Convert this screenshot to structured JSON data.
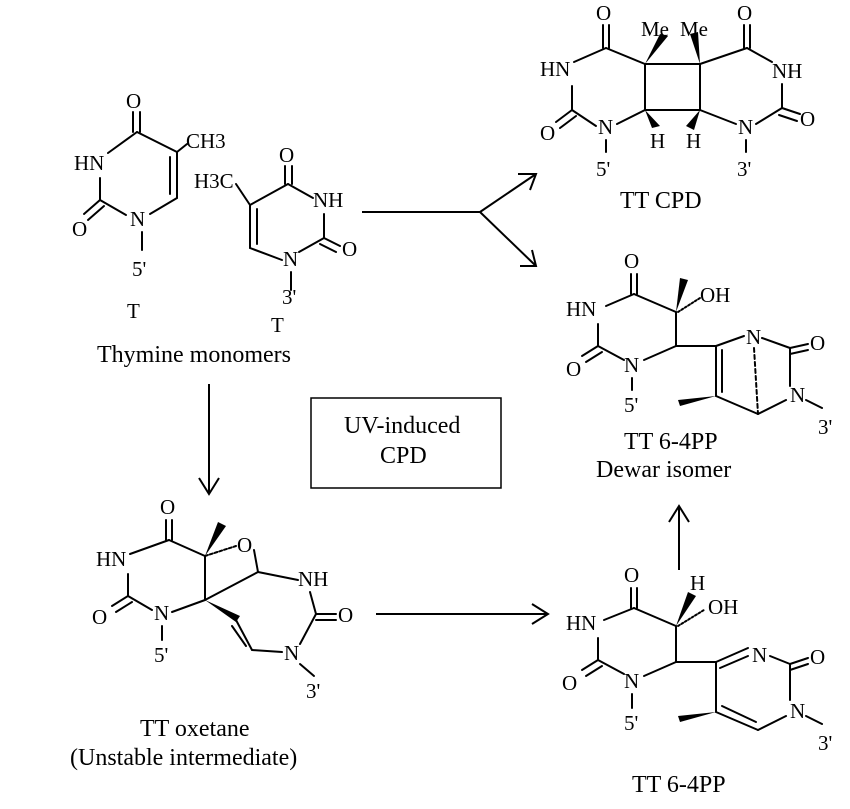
{
  "atoms": {
    "o": "O",
    "hn": "HN",
    "nh": "NH",
    "n": "N",
    "ch3": "CH3",
    "h3c": "H3C",
    "me": "Me",
    "h": "H",
    "oh": "OH",
    "p5": "5'",
    "p3": "3'",
    "t": "T"
  },
  "labels": {
    "thymine_monomers": "Thymine monomers",
    "tt_cpd": "TT CPD",
    "tt_64pp_dewar_line1": "TT 6-4PP",
    "tt_64pp_dewar_line2": "Dewar isomer",
    "tt_oxetane_line1": "TT oxetane",
    "tt_oxetane_line2": "(Unstable intermediate)",
    "tt_64pp": "TT 6-4PP"
  },
  "legend_box": {
    "line1": "UV-induced",
    "line2": "CPD"
  }
}
